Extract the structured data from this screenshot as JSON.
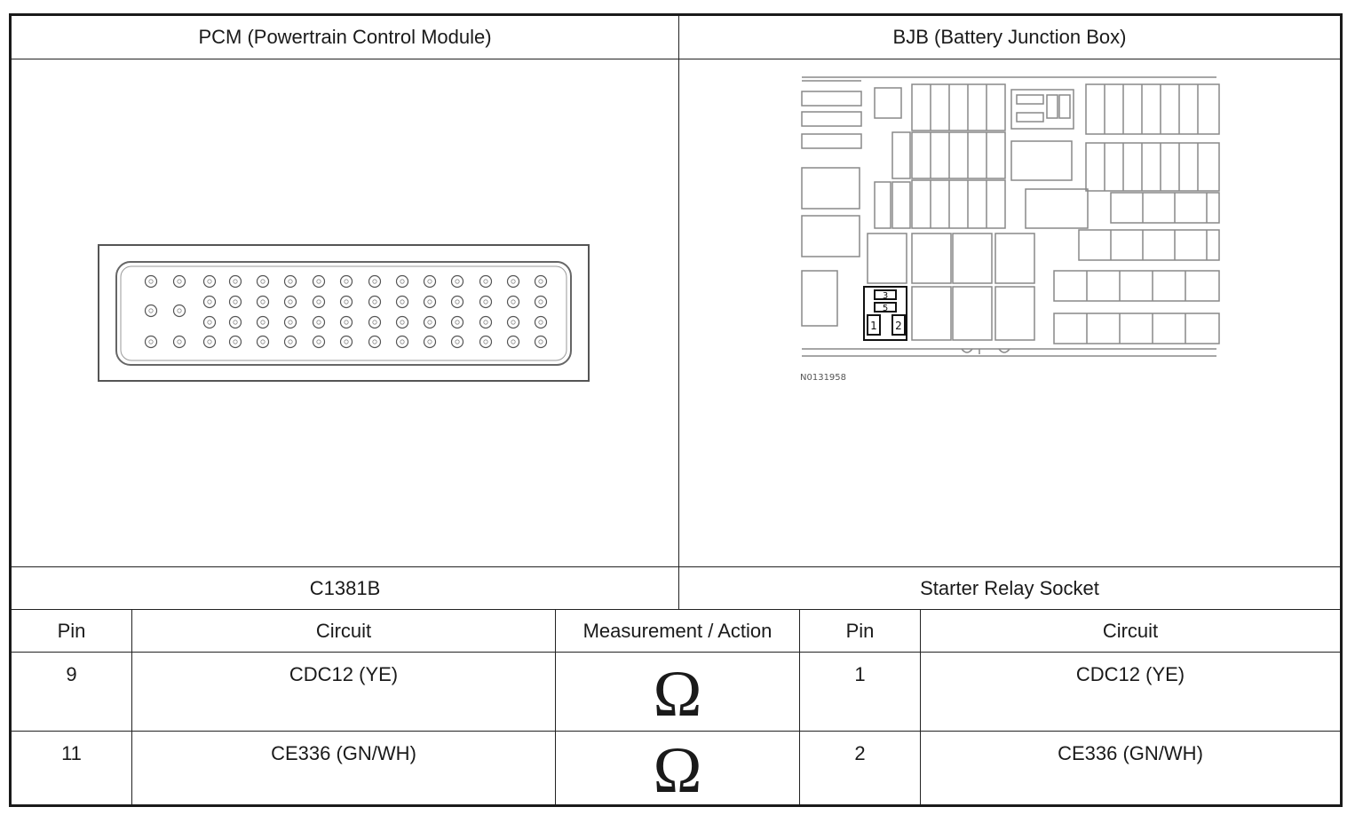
{
  "headers": {
    "pcm": "PCM (Powertrain Control Module)",
    "bjb": "BJB (Battery Junction Box)"
  },
  "connectors": {
    "pcm_connector": "C1381B",
    "bjb_connector": "Starter Relay Socket"
  },
  "columns": {
    "pin_a": "Pin",
    "circuit_a": "Circuit",
    "measurement": "Measurement / Action",
    "pin_b": "Pin",
    "circuit_b": "Circuit"
  },
  "rows": [
    {
      "pin_a": "9",
      "circuit_a": "CDC12 (YE)",
      "measurement": "Ω",
      "pin_b": "1",
      "circuit_b": "CDC12 (YE)"
    },
    {
      "pin_a": "11",
      "circuit_a": "CE336 (GN/WH)",
      "measurement": "Ω",
      "pin_b": "2",
      "circuit_b": "CE336 (GN/WH)"
    }
  ],
  "bjb_figure": {
    "figure_id": "N0131958",
    "relay_pins": [
      "1",
      "2",
      "3",
      "5"
    ]
  }
}
